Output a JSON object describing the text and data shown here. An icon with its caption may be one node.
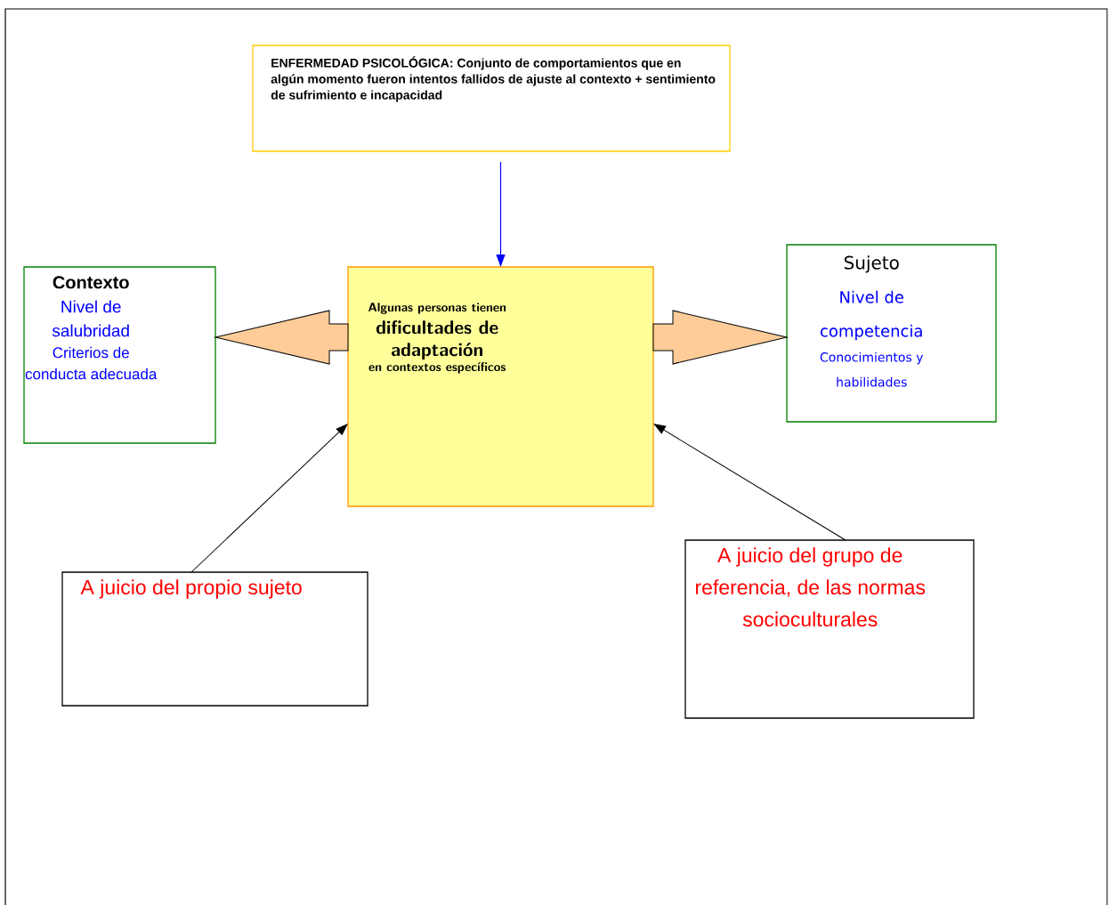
{
  "diagram": {
    "nodes": [
      {
        "text": [
          "ENFERMEDAD PSICOLÓGICA: Conjunto de comportamientos que en algún momento fueron intentos fallidos de ajuste al contexto + sentimiento de sufrimiento e incapacidad"
        ]
      },
      {
        "text": [
          "Algunas personas tienen",
          "dificultades de adaptación",
          "en contextos específicos"
        ]
      },
      {
        "text": [
          "Contexto",
          "Nivel de salubridad",
          "Criterios de conducta adecuada"
        ]
      },
      {
        "text": [
          "Sujeto",
          "Nivel de competencia",
          "Conocimientos y habilidades"
        ]
      },
      {
        "text": [
          "A juicio del propio sujeto"
        ]
      },
      {
        "text": [
          "A juicio del grupo de referencia, de las normas socioculturales"
        ]
      }
    ],
    "edges": [
      {
        "from": 0,
        "to": 1,
        "arrow": "to",
        "color": "#0000ff"
      },
      {
        "from": 1,
        "to": 2,
        "arrow": "to",
        "style": "thick"
      },
      {
        "from": 1,
        "to": 3,
        "arrow": "to",
        "style": "thick"
      },
      {
        "from": 4,
        "to": 1,
        "arrow": "to"
      },
      {
        "from": 5,
        "to": 1,
        "arrow": "to"
      }
    ]
  }
}
